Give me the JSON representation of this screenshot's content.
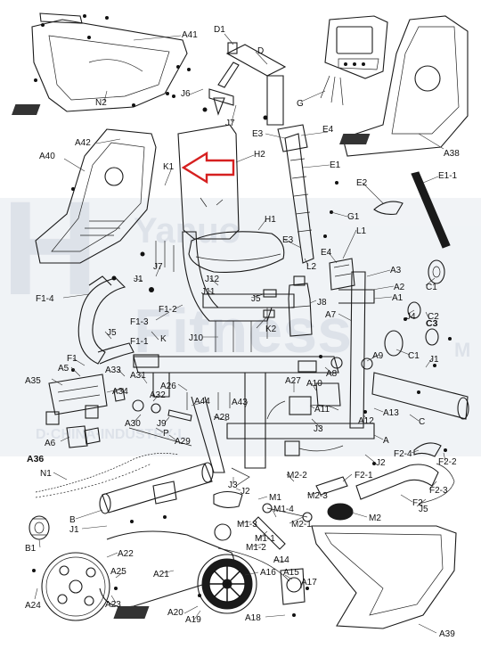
{
  "watermark": {
    "logo": "H",
    "line1": "Yanuo",
    "line2": "Fitness",
    "fragment": "M",
    "tagline": "D·CHINA·INDUSTRY·L"
  },
  "colors": {
    "stroke": "#1a1a1a",
    "highlight_arrow": "#d62020",
    "watermark": "#d8dde6"
  },
  "labels": [
    {
      "id": "A41",
      "text": "A41"
    },
    {
      "id": "D1",
      "text": "D1"
    },
    {
      "id": "D",
      "text": "D"
    },
    {
      "id": "N2",
      "text": "N2"
    },
    {
      "id": "J6",
      "text": "J6"
    },
    {
      "id": "J7-top",
      "text": "J7"
    },
    {
      "id": "G",
      "text": "G"
    },
    {
      "id": "A42",
      "text": "A42"
    },
    {
      "id": "E3-top",
      "text": "E3"
    },
    {
      "id": "E4-top",
      "text": "E4"
    },
    {
      "id": "A38",
      "text": "A38"
    },
    {
      "id": "A40",
      "text": "A40"
    },
    {
      "id": "K1",
      "text": "K1"
    },
    {
      "id": "H2",
      "text": "H2"
    },
    {
      "id": "E1",
      "text": "E1"
    },
    {
      "id": "E1-1",
      "text": "E1-1"
    },
    {
      "id": "E2",
      "text": "E2"
    },
    {
      "id": "G1",
      "text": "G1"
    },
    {
      "id": "H1",
      "text": "H1"
    },
    {
      "id": "E3-mid",
      "text": "E3"
    },
    {
      "id": "L1",
      "text": "L1"
    },
    {
      "id": "E4-mid",
      "text": "E4"
    },
    {
      "id": "J7-mid",
      "text": "J7"
    },
    {
      "id": "L2",
      "text": "L2"
    },
    {
      "id": "A3",
      "text": "A3"
    },
    {
      "id": "F1-4",
      "text": "F1-4"
    },
    {
      "id": "J1-a",
      "text": "J1"
    },
    {
      "id": "J12",
      "text": "J12"
    },
    {
      "id": "J11",
      "text": "J11"
    },
    {
      "id": "J8",
      "text": "J8"
    },
    {
      "id": "A2",
      "text": "A2"
    },
    {
      "id": "C1-a",
      "text": "C1"
    },
    {
      "id": "F1-2",
      "text": "F1-2"
    },
    {
      "id": "J5-a",
      "text": "J5"
    },
    {
      "id": "A1",
      "text": "A1"
    },
    {
      "id": "J4",
      "text": "J4"
    },
    {
      "id": "C2",
      "text": "C2"
    },
    {
      "id": "F1-3",
      "text": "F1-3"
    },
    {
      "id": "K2",
      "text": "K2"
    },
    {
      "id": "A7",
      "text": "A7"
    },
    {
      "id": "C3",
      "text": "C3"
    },
    {
      "id": "J5-b",
      "text": "J5"
    },
    {
      "id": "K",
      "text": "K"
    },
    {
      "id": "F1-1",
      "text": "F1-1"
    },
    {
      "id": "J10",
      "text": "J10"
    },
    {
      "id": "A9",
      "text": "A9"
    },
    {
      "id": "C1-b",
      "text": "C1"
    },
    {
      "id": "F1",
      "text": "F1"
    },
    {
      "id": "A5",
      "text": "A5"
    },
    {
      "id": "A33",
      "text": "A33"
    },
    {
      "id": "A31",
      "text": "A31"
    },
    {
      "id": "A8",
      "text": "A8"
    },
    {
      "id": "J1-b",
      "text": "J1"
    },
    {
      "id": "A35",
      "text": "A35"
    },
    {
      "id": "A26",
      "text": "A26"
    },
    {
      "id": "A27",
      "text": "A27"
    },
    {
      "id": "A10",
      "text": "A10"
    },
    {
      "id": "A34",
      "text": "A34"
    },
    {
      "id": "A32",
      "text": "A32"
    },
    {
      "id": "A44",
      "text": "A44"
    },
    {
      "id": "A43",
      "text": "A43"
    },
    {
      "id": "A11",
      "text": "A11"
    },
    {
      "id": "A13",
      "text": "A13"
    },
    {
      "id": "C",
      "text": "C"
    },
    {
      "id": "A28",
      "text": "A28"
    },
    {
      "id": "A30",
      "text": "A30"
    },
    {
      "id": "J9",
      "text": "J9"
    },
    {
      "id": "A12",
      "text": "A12"
    },
    {
      "id": "A6",
      "text": "A6"
    },
    {
      "id": "A29",
      "text": "A29"
    },
    {
      "id": "P",
      "text": "P"
    },
    {
      "id": "J3-a",
      "text": "J3"
    },
    {
      "id": "A",
      "text": "A"
    },
    {
      "id": "A36",
      "text": "A36"
    },
    {
      "id": "F2-4",
      "text": "F2-4"
    },
    {
      "id": "J2-a",
      "text": "J2"
    },
    {
      "id": "F2-2",
      "text": "F2-2"
    },
    {
      "id": "N1",
      "text": "N1"
    },
    {
      "id": "M2-2",
      "text": "M2-2"
    },
    {
      "id": "F2-1",
      "text": "F2-1"
    },
    {
      "id": "J3-b",
      "text": "J3"
    },
    {
      "id": "F2-3",
      "text": "F2-3"
    },
    {
      "id": "J2-b",
      "text": "J2"
    },
    {
      "id": "M1",
      "text": "M1"
    },
    {
      "id": "M2-3",
      "text": "M2-3"
    },
    {
      "id": "F2",
      "text": "F2"
    },
    {
      "id": "M1-4",
      "text": "M1-4"
    },
    {
      "id": "J5-c",
      "text": "J5"
    },
    {
      "id": "B",
      "text": "B"
    },
    {
      "id": "M1-3",
      "text": "M1-3"
    },
    {
      "id": "M2-1",
      "text": "M2-1"
    },
    {
      "id": "M2",
      "text": "M2"
    },
    {
      "id": "J1-c",
      "text": "J1"
    },
    {
      "id": "M1-1",
      "text": "M1-1"
    },
    {
      "id": "B1",
      "text": "B1"
    },
    {
      "id": "A22",
      "text": "A22"
    },
    {
      "id": "M1-2",
      "text": "M1-2"
    },
    {
      "id": "A14",
      "text": "A14"
    },
    {
      "id": "A25",
      "text": "A25"
    },
    {
      "id": "A21",
      "text": "A21"
    },
    {
      "id": "A16",
      "text": "A16"
    },
    {
      "id": "A15",
      "text": "A15"
    },
    {
      "id": "A17",
      "text": "A17"
    },
    {
      "id": "A24",
      "text": "A24"
    },
    {
      "id": "A23",
      "text": "A23"
    },
    {
      "id": "A20",
      "text": "A20"
    },
    {
      "id": "A19",
      "text": "A19"
    },
    {
      "id": "A18",
      "text": "A18"
    },
    {
      "id": "A39",
      "text": "A39"
    }
  ]
}
